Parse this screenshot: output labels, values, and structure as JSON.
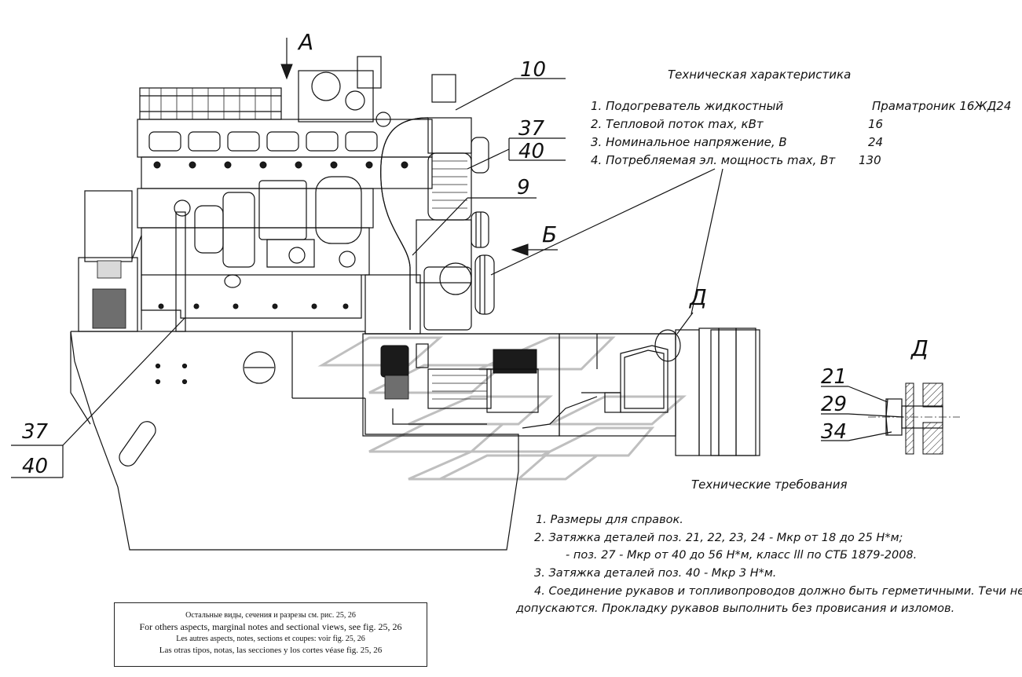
{
  "view_marks": {
    "arrow_a": "А",
    "arrow_b": "Б",
    "callout_d": "Д",
    "detail_title": "Д"
  },
  "callouts": {
    "c10": "10",
    "c37_top": "37",
    "c40_top": "40",
    "c9": "9",
    "c37_left": "37",
    "c40_left": "40",
    "d21": "21",
    "d29": "29",
    "d34": "34"
  },
  "specs": {
    "title": "Техническая характеристика",
    "rows": [
      {
        "label": "1. Подогреватель жидкостный",
        "value": "Праматроник 16ЖД24"
      },
      {
        "label": "2. Тепловой поток max, кВт",
        "value": "16"
      },
      {
        "label": "3. Номинальное напряжение, В",
        "value": "24"
      },
      {
        "label": "4. Потребляемая эл. мощность max, Вт",
        "value": "130"
      }
    ]
  },
  "requirements": {
    "title": "Технические требования",
    "lines": [
      "1.  Размеры для справок.",
      "2. Затяжка деталей поз. 21, 22, 23, 24 - Мкр от 18 до 25 Н*м;",
      "- поз. 27 - Мкр от 40 до 56 Н*м, класс lll по СТБ 1879-2008.",
      "3. Затяжка деталей поз. 40 - Мкр 3 Н*м.",
      "4. Соединение рукавов и  топливопроводов должно быть герметичными. Течи не",
      "допускаются. Прокладку рукавов выполнить без провисания и изломов."
    ]
  },
  "note_box": {
    "lines": [
      "Остальные виды, сечения и разрезы см. рис.  25, 26",
      "For others aspects, marginal notes and sectional views, see fig. 25, 26",
      "Les autres aspects, notes, sections et coupes: voir fig.  25, 26",
      "Las otras tipos, notas, las secciones y los cortes véase fig. 25, 26"
    ]
  }
}
